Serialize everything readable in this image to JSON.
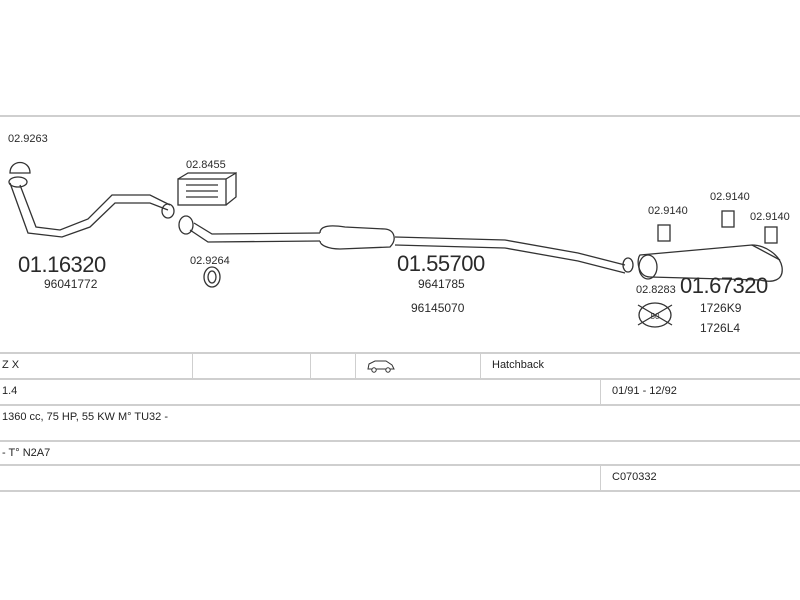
{
  "diagram": {
    "parts": [
      {
        "code": "02.9263"
      },
      {
        "code": "02.8455"
      },
      {
        "code": "02.9264"
      },
      {
        "code": "01.16320",
        "refs": [
          "96041772"
        ]
      },
      {
        "code": "01.55700",
        "refs": [
          "9641785",
          "96145070"
        ]
      },
      {
        "code": "02.9140"
      },
      {
        "code": "02.9140"
      },
      {
        "code": "02.9140"
      },
      {
        "code": "02.8283"
      },
      {
        "code": "01.67320",
        "refs": [
          "1726K9",
          "1726L4"
        ]
      }
    ],
    "icons": [
      "clamp-icon",
      "mounting-bracket-icon",
      "gasket-ring-icon",
      "rubber-hanger-icon",
      "clamp-size-icon"
    ],
    "clamp_size": "50"
  },
  "table": {
    "model": "Z X",
    "body": "Hatchback",
    "engine": "1.4",
    "dates": "01/91 - 12/92",
    "engine_spec": "1360 cc, 75 HP, 55 KW M° TU32 -",
    "type": "- T° N2A7",
    "catalog_code": "C070332",
    "car_icon": "car-side-icon"
  }
}
